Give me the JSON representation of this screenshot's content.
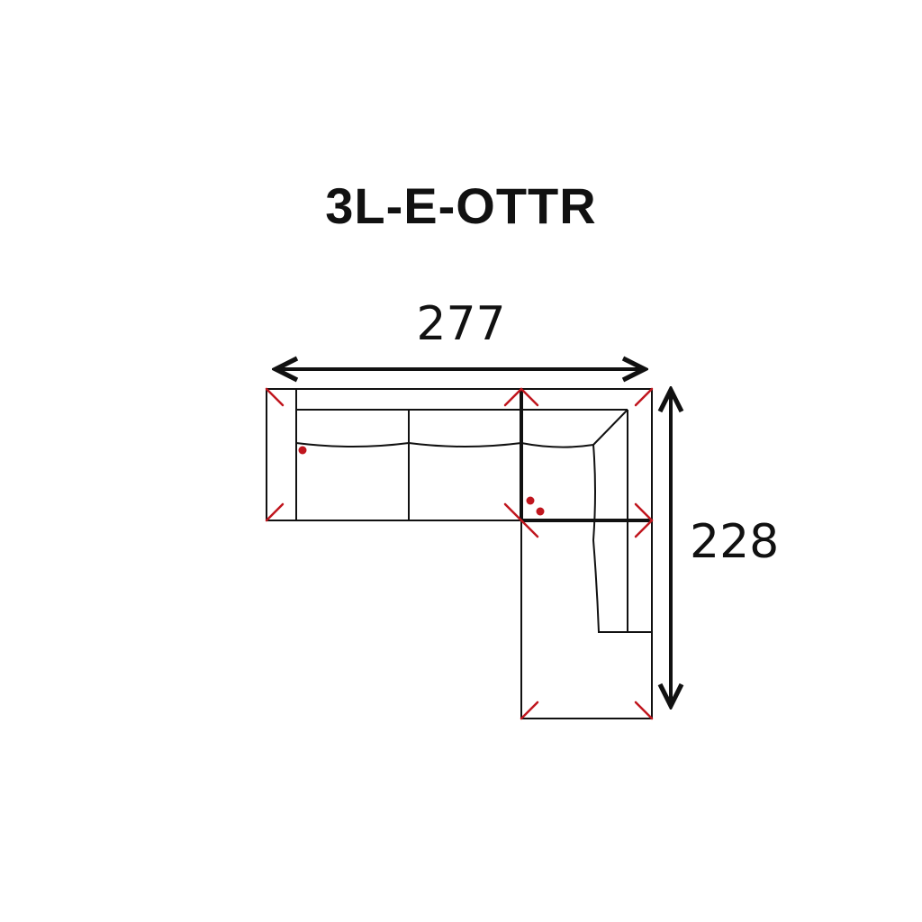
{
  "title": "3L-E-OTTR",
  "dimensions": {
    "width": "277",
    "depth": "228"
  },
  "colors": {
    "outline": "#111111",
    "marker": "#c0161e"
  }
}
